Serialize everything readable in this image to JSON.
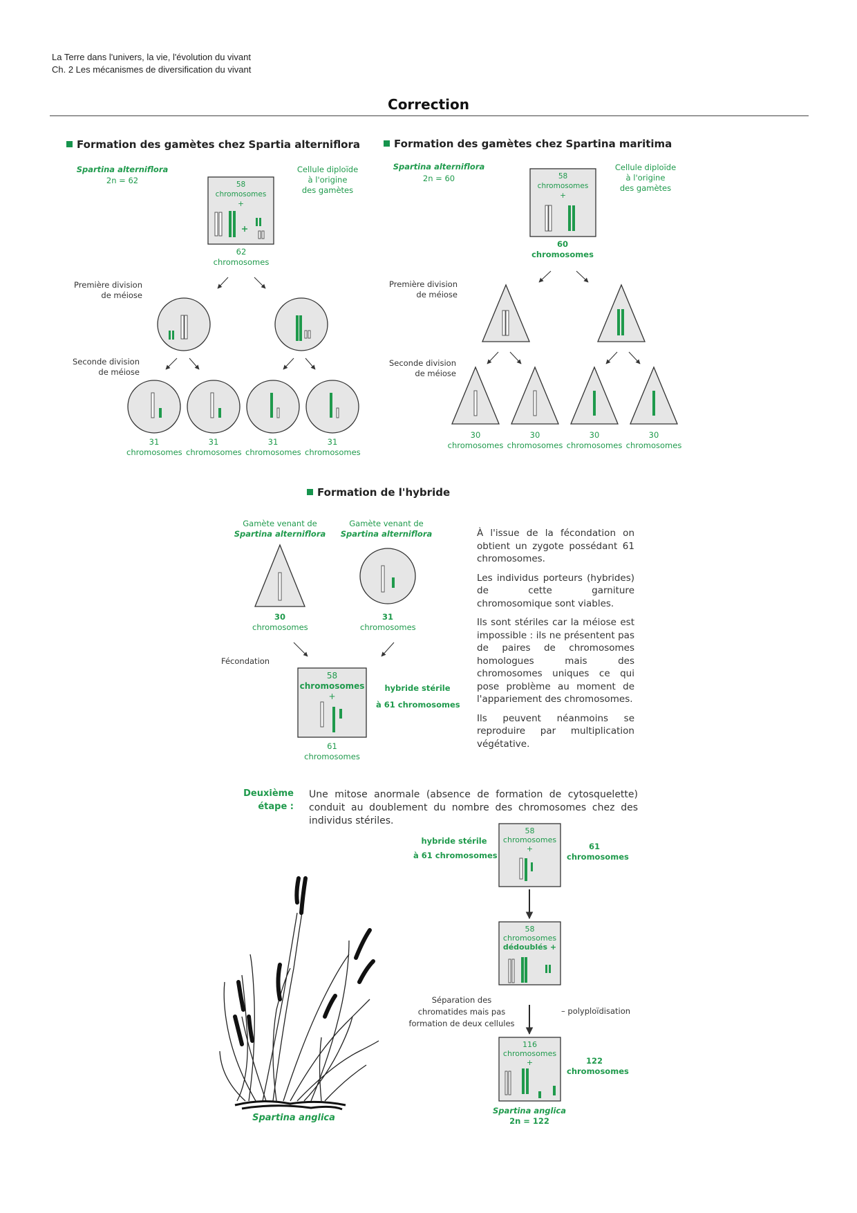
{
  "header": {
    "line1": "La Terre dans l'univers, la vie, l'évolution du vivant",
    "line2": "Ch. 2 Les mécanismes de diversification du vivant"
  },
  "title": "Correction",
  "colors": {
    "accent": "#1f9a4c",
    "cell_fill": "#e6e6e6",
    "stroke": "#333333"
  },
  "alterniflora": {
    "heading": "Formation des gamètes chez Spartia alterniflora",
    "species": "Spartina alterniflora",
    "ploidy": "2n = 62",
    "cell_note": [
      "Cellule diploïde",
      "à l'origine",
      "des gamètes"
    ],
    "cell_box": [
      "58",
      "chromosomes",
      "+"
    ],
    "total": [
      "62",
      "chromosomes"
    ],
    "div1": [
      "Première division",
      "de méiose"
    ],
    "div2": [
      "Seconde division",
      "de méiose"
    ],
    "gametes": [
      [
        "31",
        "chromosomes"
      ],
      [
        "31",
        "chromosomes"
      ],
      [
        "31",
        "chromosomes"
      ],
      [
        "31",
        "chromosomes"
      ]
    ]
  },
  "maritima": {
    "heading": "Formation des gamètes chez Spartina maritima",
    "species": "Spartina alterniflora",
    "ploidy": "2n = 60",
    "cell_note": [
      "Cellule diploïde",
      "à l'origine",
      "des gamètes"
    ],
    "cell_box": [
      "58",
      "chromosomes",
      "+"
    ],
    "total": [
      "60",
      "chromosomes"
    ],
    "div1": [
      "Première division",
      "de méiose"
    ],
    "div2": [
      "Seconde division",
      "de méiose"
    ],
    "gametes": [
      [
        "30",
        "chromosomes"
      ],
      [
        "30",
        "chromosomes"
      ],
      [
        "30",
        "chromosomes"
      ],
      [
        "30",
        "chromosomes"
      ]
    ]
  },
  "hybrid": {
    "heading": "Formation de l'hybride",
    "gamete_a": [
      "Gamète venant de",
      "Spartina alterniflora"
    ],
    "gamete_b": [
      "Gamète venant de",
      "Spartina alterniflora"
    ],
    "count_a": [
      "30",
      "chromosomes"
    ],
    "count_b": [
      "31",
      "chromosomes"
    ],
    "fecondation": "Fécondation",
    "box": [
      "58",
      "chromosomes",
      "+"
    ],
    "total": [
      "61",
      "chromosomes"
    ],
    "side": [
      "hybride stérile",
      "à 61 chromosomes"
    ],
    "paragraphs": [
      "À l'issue de la fécondation on obtient un zygote possédant 61 chromosomes.",
      "Les individus porteurs (hybrides) de cette garniture chromosomique sont viables.",
      "Ils sont stériles car la méiose est impossible : ils ne présentent pas de paires de chromosomes homologues mais des chromosomes uniques ce qui pose problème au moment de l'appariement des chromosomes.",
      "Ils peuvent néanmoins se reproduire par multiplication végétative."
    ]
  },
  "step2": {
    "label": [
      "Deuxième",
      "étape :"
    ],
    "text": "Une mitose anormale (absence de formation de cytosquelette) conduit au doublement du nombre des chromosomes chez des individus stériles.",
    "box1_side": [
      "hybride stérile",
      "à 61 chromosomes"
    ],
    "box1": [
      "58",
      "chromosomes",
      "+"
    ],
    "box1_right": [
      "61",
      "chromosomes"
    ],
    "box2": [
      "58",
      "chromosomes",
      "dédoublés +"
    ],
    "separation": [
      "Séparation des",
      "chromatides mais pas",
      "formation de deux cellules"
    ],
    "polyploid": "– polyploïdisation",
    "box3": [
      "116",
      "chromosomes",
      "+"
    ],
    "box3_right": [
      "122",
      "chromosomes"
    ],
    "result": [
      "Spartina anglica",
      "2n = 122"
    ],
    "plant_caption": "Spartina anglica"
  }
}
